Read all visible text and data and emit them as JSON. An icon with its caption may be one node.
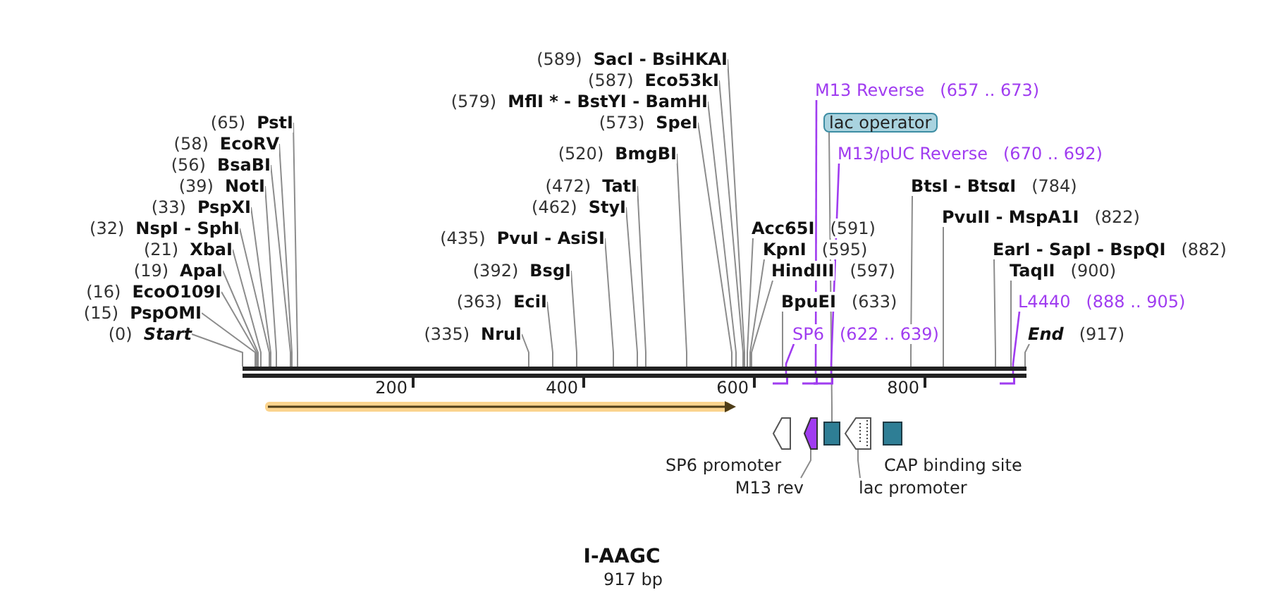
{
  "diagram": {
    "title": "I-AAGC",
    "nodes": [
      {
        "text": [
          "(65)",
          "PstI"
        ]
      },
      {
        "text": [
          "(58)",
          "EcoRV"
        ]
      },
      {
        "text": [
          "(56)",
          "BsaBI"
        ]
      },
      {
        "text": [
          "(39)",
          "NotI"
        ]
      },
      {
        "text": [
          "(33)",
          "PspXI"
        ]
      },
      {
        "text": [
          "(32)",
          "NspI - SphI"
        ]
      },
      {
        "text": [
          "(21)",
          "XbaI"
        ]
      },
      {
        "text": [
          "(19)",
          "ApaI"
        ]
      },
      {
        "text": [
          "(16)",
          "EcoO109I"
        ]
      },
      {
        "text": [
          "(15)",
          "PspOMI"
        ]
      },
      {
        "text": [
          "(0)",
          "Start"
        ]
      },
      {
        "text": [
          "(589)",
          "SacI - BsiHKAI"
        ]
      },
      {
        "text": [
          "(587)",
          "Eco53kI"
        ]
      },
      {
        "text": [
          "(579)",
          "MflI * - BstYI - BamHI"
        ]
      },
      {
        "text": [
          "(573)",
          "SpeI"
        ]
      },
      {
        "text": [
          "(520)",
          "BmgBI"
        ]
      },
      {
        "text": [
          "(472)",
          "TatI"
        ]
      },
      {
        "text": [
          "(462)",
          "StyI"
        ]
      },
      {
        "text": [
          "(435)",
          "PvuI - AsiSI"
        ]
      },
      {
        "text": [
          "(392)",
          "BsgI"
        ]
      },
      {
        "text": [
          "(363)",
          "EciI"
        ]
      },
      {
        "text": [
          "(335)",
          "NruI"
        ]
      },
      {
        "text": [
          "Acc65I",
          "(591)"
        ]
      },
      {
        "text": [
          "KpnI",
          "(595)"
        ]
      },
      {
        "text": [
          "HindIII",
          "(597)"
        ]
      },
      {
        "text": [
          "BpuEI",
          "(633)"
        ]
      },
      {
        "text": [
          "M13 Reverse",
          "(657 .. 673)"
        ]
      },
      {
        "text": [
          "lac operator"
        ]
      },
      {
        "text": [
          "M13/pUC Reverse",
          "(670 .. 692)"
        ]
      },
      {
        "text": [
          "SP6",
          "(622 .. 639)"
        ]
      },
      {
        "text": [
          "L4440",
          "(888 .. 905)"
        ]
      },
      {
        "text": [
          "BtsI - BtsαI",
          "(784)"
        ]
      },
      {
        "text": [
          "PvuII - MspA1I",
          "(822)"
        ]
      },
      {
        "text": [
          "EarI - SapI - BspQI",
          "(882)"
        ]
      },
      {
        "text": [
          "TaqII",
          "(900)"
        ]
      },
      {
        "text": [
          "End",
          "(917)"
        ]
      },
      {
        "text": [],
        "shape": "bar"
      },
      {
        "text": [],
        "shape": "bar"
      },
      {
        "text": [],
        "shape": "bar"
      },
      {
        "text": [],
        "shape": "bar"
      },
      {
        "text": [],
        "shape": "bar"
      },
      {
        "text": [],
        "shape": "arrow"
      },
      {
        "text": [],
        "shape": "arrow",
        "beside": [
          "SP6 promoter"
        ]
      },
      {
        "text": [],
        "shape": "arrow"
      },
      {
        "text": [],
        "shape": "box"
      },
      {
        "text": [],
        "shape": "arrow"
      },
      {
        "text": [],
        "shape": "box",
        "beside": [
          "CAP binding site"
        ]
      },
      {
        "text": [
          "M13 rev"
        ]
      },
      {
        "text": [
          "lac promoter"
        ]
      }
    ],
    "edges": [
      {
        "from": 0,
        "to": 36,
        "arrow": "none"
      },
      {
        "from": 1,
        "to": 36,
        "arrow": "none"
      },
      {
        "from": 2,
        "to": 36,
        "arrow": "none"
      },
      {
        "from": 3,
        "to": 36,
        "arrow": "none"
      },
      {
        "from": 4,
        "to": 36,
        "arrow": "none"
      },
      {
        "from": 5,
        "to": 36,
        "arrow": "none"
      },
      {
        "from": 6,
        "to": 36,
        "arrow": "none"
      },
      {
        "from": 7,
        "to": 36,
        "arrow": "none"
      },
      {
        "from": 8,
        "to": 36,
        "arrow": "none"
      },
      {
        "from": 9,
        "to": 36,
        "arrow": "none"
      },
      {
        "from": 10,
        "to": 36,
        "arrow": "none"
      },
      {
        "from": 11,
        "to": 36,
        "arrow": "none"
      },
      {
        "from": 12,
        "to": 36,
        "arrow": "none"
      },
      {
        "from": 13,
        "to": 36,
        "arrow": "none"
      },
      {
        "from": 14,
        "to": 36,
        "arrow": "none"
      },
      {
        "from": 15,
        "to": 36,
        "arrow": "none"
      },
      {
        "from": 16,
        "to": 36,
        "arrow": "none"
      },
      {
        "from": 17,
        "to": 36,
        "arrow": "none"
      },
      {
        "from": 18,
        "to": 36,
        "arrow": "none"
      },
      {
        "from": 19,
        "to": 36,
        "arrow": "none"
      },
      {
        "from": 20,
        "to": 36,
        "arrow": "none"
      },
      {
        "from": 21,
        "to": 36,
        "arrow": "none"
      },
      {
        "from": 22,
        "to": 36,
        "arrow": "none"
      },
      {
        "from": 23,
        "to": 36,
        "arrow": "none"
      },
      {
        "from": 24,
        "to": 36,
        "arrow": "none"
      },
      {
        "from": 25,
        "to": 36,
        "arrow": "none"
      },
      {
        "from": 26,
        "to": 38,
        "arrow": "none",
        "color": "#a03cf0"
      },
      {
        "from": 27,
        "to": 44,
        "arrow": "none"
      },
      {
        "from": 28,
        "to": 39,
        "arrow": "none",
        "color": "#a03cf0"
      },
      {
        "from": 29,
        "to": 37,
        "arrow": "none",
        "color": "#a03cf0"
      },
      {
        "from": 30,
        "to": 40,
        "arrow": "none",
        "color": "#a03cf0"
      },
      {
        "from": 31,
        "to": 36,
        "arrow": "none"
      },
      {
        "from": 32,
        "to": 36,
        "arrow": "none"
      },
      {
        "from": 33,
        "to": 36,
        "arrow": "none"
      },
      {
        "from": 34,
        "to": 36,
        "arrow": "none"
      },
      {
        "from": 35,
        "to": 36,
        "arrow": "none"
      },
      {
        "from": 47,
        "to": 43,
        "arrow": "none"
      },
      {
        "from": 48,
        "to": 45,
        "arrow": "none"
      }
    ],
    "labels": [
      "200",
      "400",
      "600",
      "800",
      "917 bp"
    ]
  }
}
